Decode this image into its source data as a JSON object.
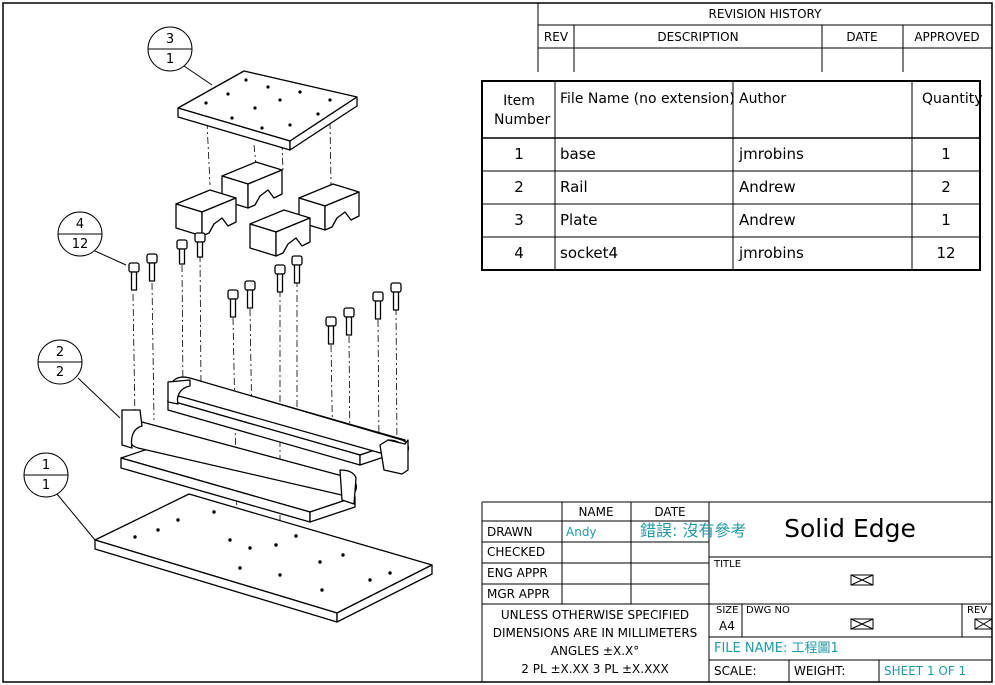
{
  "revision_history": {
    "title": "REVISION HISTORY",
    "headers": [
      "REV",
      "DESCRIPTION",
      "DATE",
      "APPROVED"
    ]
  },
  "bom": {
    "headers": [
      "Item\nNumber",
      "File Name (no extension)",
      "Author",
      "Quantity"
    ],
    "rows": [
      {
        "item": "1",
        "file": "base",
        "author": "jmrobins",
        "qty": "1"
      },
      {
        "item": "2",
        "file": "Rail",
        "author": "Andrew",
        "qty": "2"
      },
      {
        "item": "3",
        "file": "Plate",
        "author": "Andrew",
        "qty": "1"
      },
      {
        "item": "4",
        "file": "socket4",
        "author": "jmrobins",
        "qty": "12"
      }
    ]
  },
  "balloons": [
    {
      "item": "3",
      "qty": "1"
    },
    {
      "item": "4",
      "qty": "12"
    },
    {
      "item": "2",
      "qty": "2"
    },
    {
      "item": "1",
      "qty": "1"
    }
  ],
  "title_block": {
    "col_name": "NAME",
    "col_date": "DATE",
    "rows": [
      "DRAWN",
      "CHECKED",
      "ENG APPR",
      "MGR APPR"
    ],
    "drawn_name": "Andy",
    "drawn_date": "錯誤: 沒有參考",
    "company": "Solid Edge",
    "title_label": "TITLE",
    "notes": [
      "UNLESS OTHERWISE SPECIFIED",
      "DIMENSIONS ARE IN MILLIMETERS",
      "ANGLES ±X.X°",
      "2 PL ±X.XX 3 PL ±X.XXX"
    ],
    "size_label": "SIZE",
    "size_value": "A4",
    "dwg_label": "DWG NO",
    "rev_label": "REV",
    "file_name": "FILE NAME: 工程圖1",
    "scale": "SCALE:",
    "weight": "WEIGHT:",
    "sheet": "SHEET 1 OF 1"
  },
  "colors": {
    "line": "#000000",
    "field_text": "#1e9aa6"
  }
}
